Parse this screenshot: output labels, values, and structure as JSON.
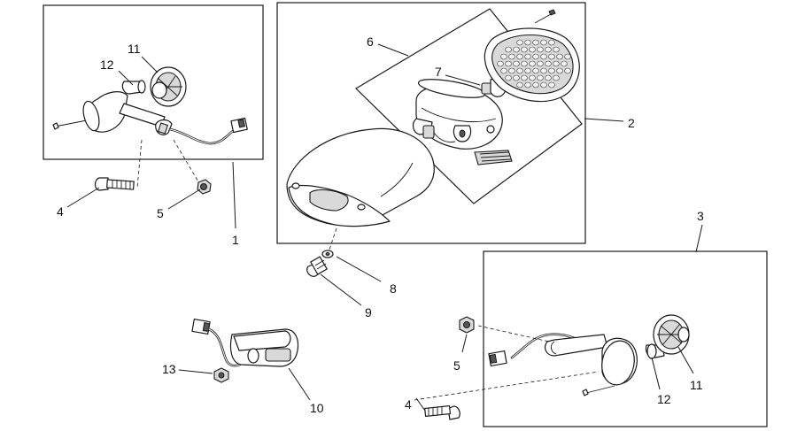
{
  "diagram": {
    "callouts": {
      "c1": "1",
      "c2": "2",
      "c3": "3",
      "c4a": "4",
      "c4b": "4",
      "c5a": "5",
      "c5b": "5",
      "c6": "6",
      "c7": "7",
      "c8": "8",
      "c9": "9",
      "c10": "10",
      "c11a": "11",
      "c11b": "11",
      "c12a": "12",
      "c12b": "12",
      "c13": "13"
    }
  }
}
